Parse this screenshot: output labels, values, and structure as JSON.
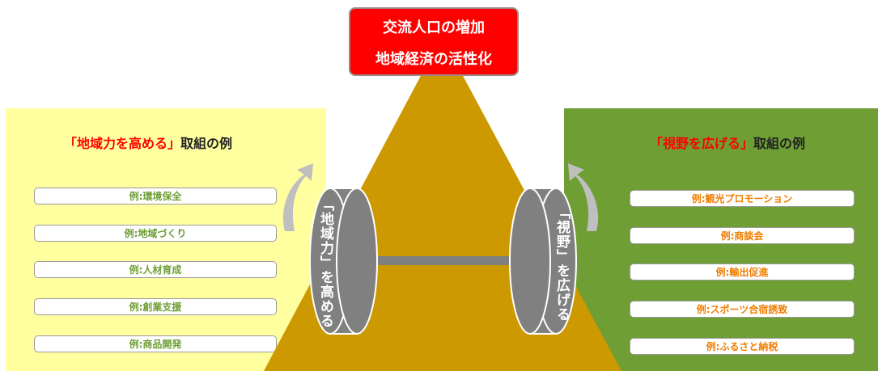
{
  "goal": {
    "line1": "交流人口の増加",
    "line2": "地域経済の活性化"
  },
  "left": {
    "title_em": "「地域力を高める」",
    "title_rest": "取組の例",
    "items": [
      "例:環境保全",
      "例:地域づくり",
      "例:人材育成",
      "例:創業支援",
      "例:商品開発"
    ],
    "weight_label": "「地域力」を高める"
  },
  "right": {
    "title_em": "「視野を広げる」",
    "title_rest": "取組の例",
    "items": [
      "例:観光プロモーション",
      "例:商談会",
      "例:輸出促進",
      "例:スポーツ合宿誘致",
      "例:ふるさと納税"
    ],
    "weight_label": "「視野」を広げる"
  },
  "colors": {
    "goal_red": "#ff0000",
    "mountain_gold": "#cc9900",
    "left_panel_yellow": "#ffff9f",
    "right_panel_green": "#6e9e34",
    "weight_gray": "#808080",
    "arrow_gray": "#bfbfbf"
  }
}
